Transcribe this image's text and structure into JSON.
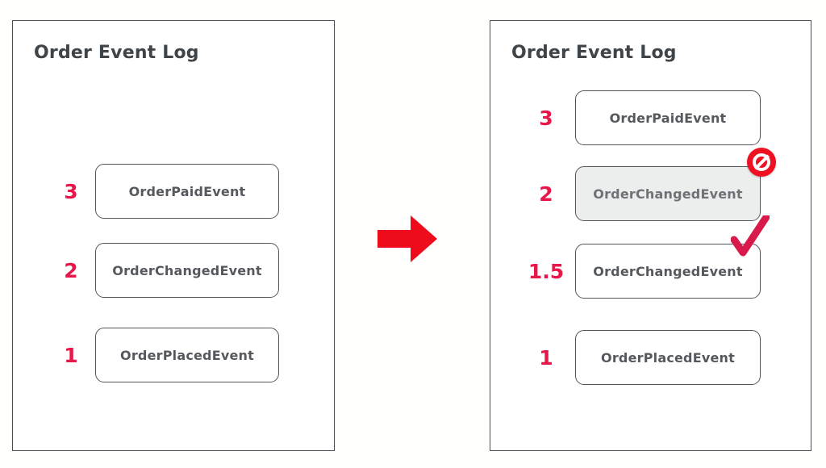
{
  "diagram": {
    "type": "before-after-event-log",
    "accent_red": "#e8174a",
    "arrow_color": "#ee0b1c",
    "border_color": "#4a4f55",
    "title_color": "#3f4449",
    "arrow_icon": "right-arrow-icon"
  },
  "left_panel": {
    "title": "Order Event Log",
    "events": [
      {
        "index": "3",
        "name": "OrderPaidEvent",
        "state": "normal"
      },
      {
        "index": "2",
        "name": "OrderChangedEvent",
        "state": "normal"
      },
      {
        "index": "1",
        "name": "OrderPlacedEvent",
        "state": "normal"
      }
    ]
  },
  "right_panel": {
    "title": "Order Event Log",
    "events": [
      {
        "index": "3",
        "name": "OrderPaidEvent",
        "state": "normal",
        "badge": ""
      },
      {
        "index": "2",
        "name": "OrderChangedEvent",
        "state": "disabled",
        "badge": "prohibited-icon"
      },
      {
        "index": "1.5",
        "name": "OrderChangedEvent",
        "state": "normal",
        "badge": "check-icon"
      },
      {
        "index": "1",
        "name": "OrderPlacedEvent",
        "state": "normal",
        "badge": ""
      }
    ]
  }
}
